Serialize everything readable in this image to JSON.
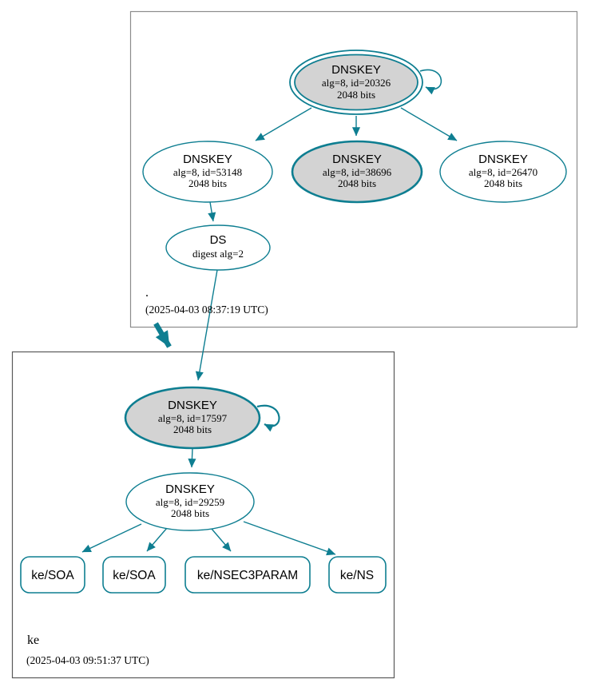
{
  "colors": {
    "edge_teal": "#0e7e91",
    "key_fill_gray": "#d3d3d3",
    "node_fill_white": "#ffffff",
    "root_box_border": "#8c8c8c",
    "ke_box_border": "#5a5a5a"
  },
  "zones": {
    "root": {
      "label": ".",
      "timestamp": "(2025-04-03 08:37:19 UTC)",
      "ksk": {
        "title": "DNSKEY",
        "detail1": "alg=8, id=20326",
        "detail2": "2048 bits"
      },
      "zsk_left": {
        "title": "DNSKEY",
        "detail1": "alg=8, id=53148",
        "detail2": "2048 bits"
      },
      "zsk_mid": {
        "title": "DNSKEY",
        "detail1": "alg=8, id=38696",
        "detail2": "2048 bits"
      },
      "zsk_right": {
        "title": "DNSKEY",
        "detail1": "alg=8, id=26470",
        "detail2": "2048 bits"
      },
      "ds": {
        "title": "DS",
        "detail1": "digest alg=2"
      }
    },
    "ke": {
      "label": "ke",
      "timestamp": "(2025-04-03 09:51:37 UTC)",
      "ksk": {
        "title": "DNSKEY",
        "detail1": "alg=8, id=17597",
        "detail2": "2048 bits"
      },
      "zsk": {
        "title": "DNSKEY",
        "detail1": "alg=8, id=29259",
        "detail2": "2048 bits"
      },
      "rrsets": {
        "soa1": "ke/SOA",
        "soa2": "ke/SOA",
        "nsec3param": "ke/NSEC3PARAM",
        "ns": "ke/NS"
      }
    }
  }
}
